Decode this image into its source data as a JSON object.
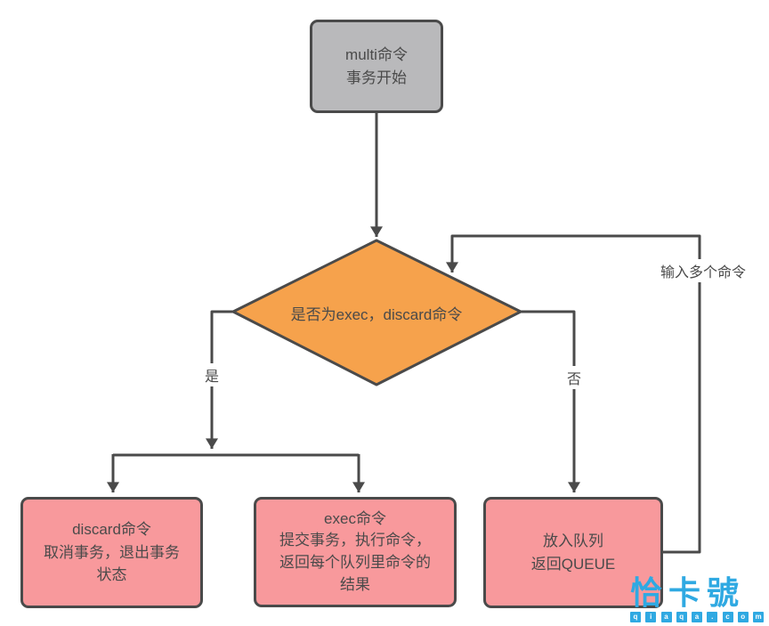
{
  "diagram": {
    "nodes": {
      "start": {
        "text": "multi命令\n事务开始"
      },
      "decision": {
        "text": "是否为exec，discard命令"
      },
      "discard": {
        "text": "discard命令\n取消事务，退出事务\n状态"
      },
      "exec": {
        "text": "exec命令\n提交事务，执行命令，\n返回每个队列里命令的\n结果"
      },
      "queue": {
        "text": "放入队列\n返回QUEUE"
      }
    },
    "edge_labels": {
      "yes": "是",
      "no": "否",
      "loop": "输入多个命令"
    },
    "colors": {
      "start_fill": "#b9b9bb",
      "decision_fill": "#f6a24c",
      "result_fill": "#f8999c",
      "stroke": "#4a4a4a",
      "background": "#ffffff",
      "watermark_blue": "#2fa9e2"
    }
  },
  "watermark": {
    "logo": "恰卡號",
    "site_letters": [
      "q",
      "i",
      "a",
      "q",
      "a",
      ".",
      "c",
      "o",
      "m"
    ]
  }
}
